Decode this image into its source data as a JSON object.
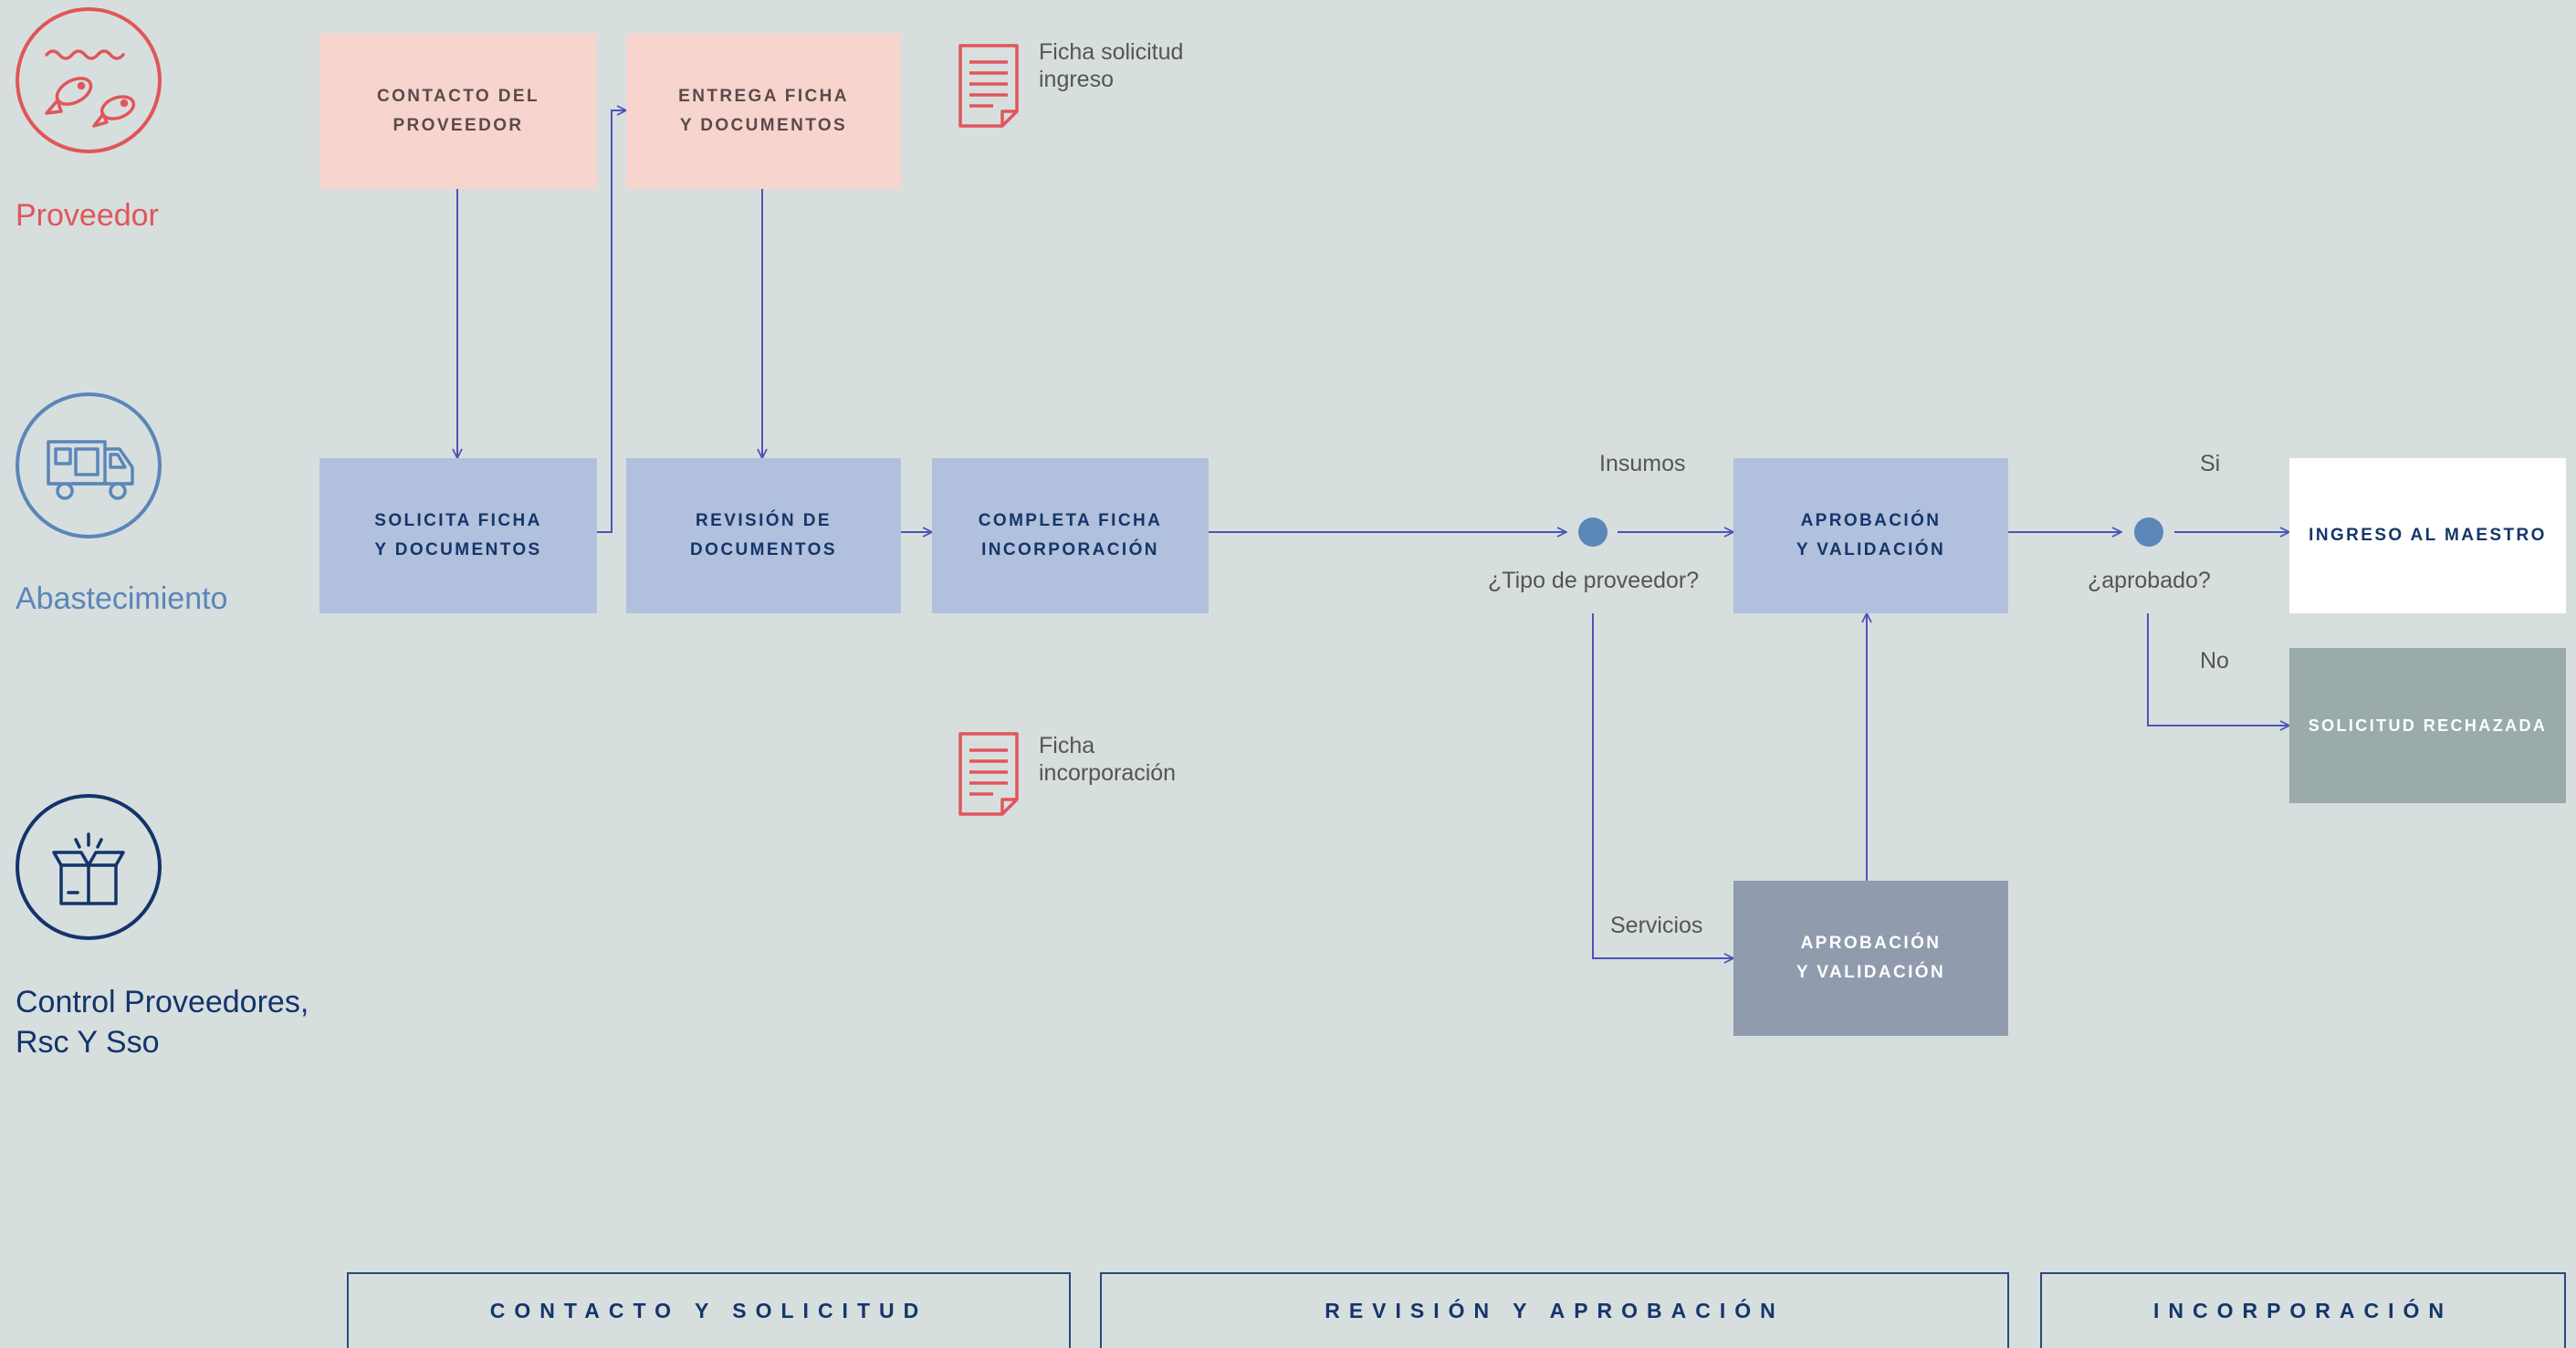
{
  "lanes": {
    "proveedor": {
      "label": "Proveedor",
      "color": "#e0565a",
      "icon": "fish-icon"
    },
    "abastecimiento": {
      "label": "Abastecimiento",
      "color": "#5b86b8",
      "icon": "truck-icon"
    },
    "control": {
      "label": "Control Proveedores,\nRsc Y Sso",
      "color": "#12346a",
      "icon": "box-icon"
    }
  },
  "boxes": {
    "contacto": "Contacto del\nproveedor",
    "entrega": "Entrega ficha\ny documentos",
    "solicita": "Solicita ficha\ny documentos",
    "revision": "Revisión de\ndocumentos",
    "completa": "Completa ficha\nincorporación",
    "aprobacion1": "Aprobación\ny validación",
    "ingreso": "Ingreso al maestro",
    "rechazada": "Solicitud rechazada",
    "aprobacion2": "Aprobación\ny validación"
  },
  "docs": {
    "ficha_solicitud": "Ficha solicitud\ningreso",
    "ficha_incorporacion": "Ficha\nincorporación"
  },
  "decisions": {
    "tipo": {
      "question": "¿Tipo de proveedor?",
      "top": "Insumos",
      "bottom": "Servicios"
    },
    "aprobado": {
      "question": "¿aprobado?",
      "yes": "Si",
      "no": "No"
    }
  },
  "phases": [
    "Contacto y solicitud",
    "Revisión y aprobación",
    "Incorporación"
  ],
  "colors": {
    "line": "#4a55b8",
    "node": "#5b86b8",
    "doc": "#e0565a"
  }
}
